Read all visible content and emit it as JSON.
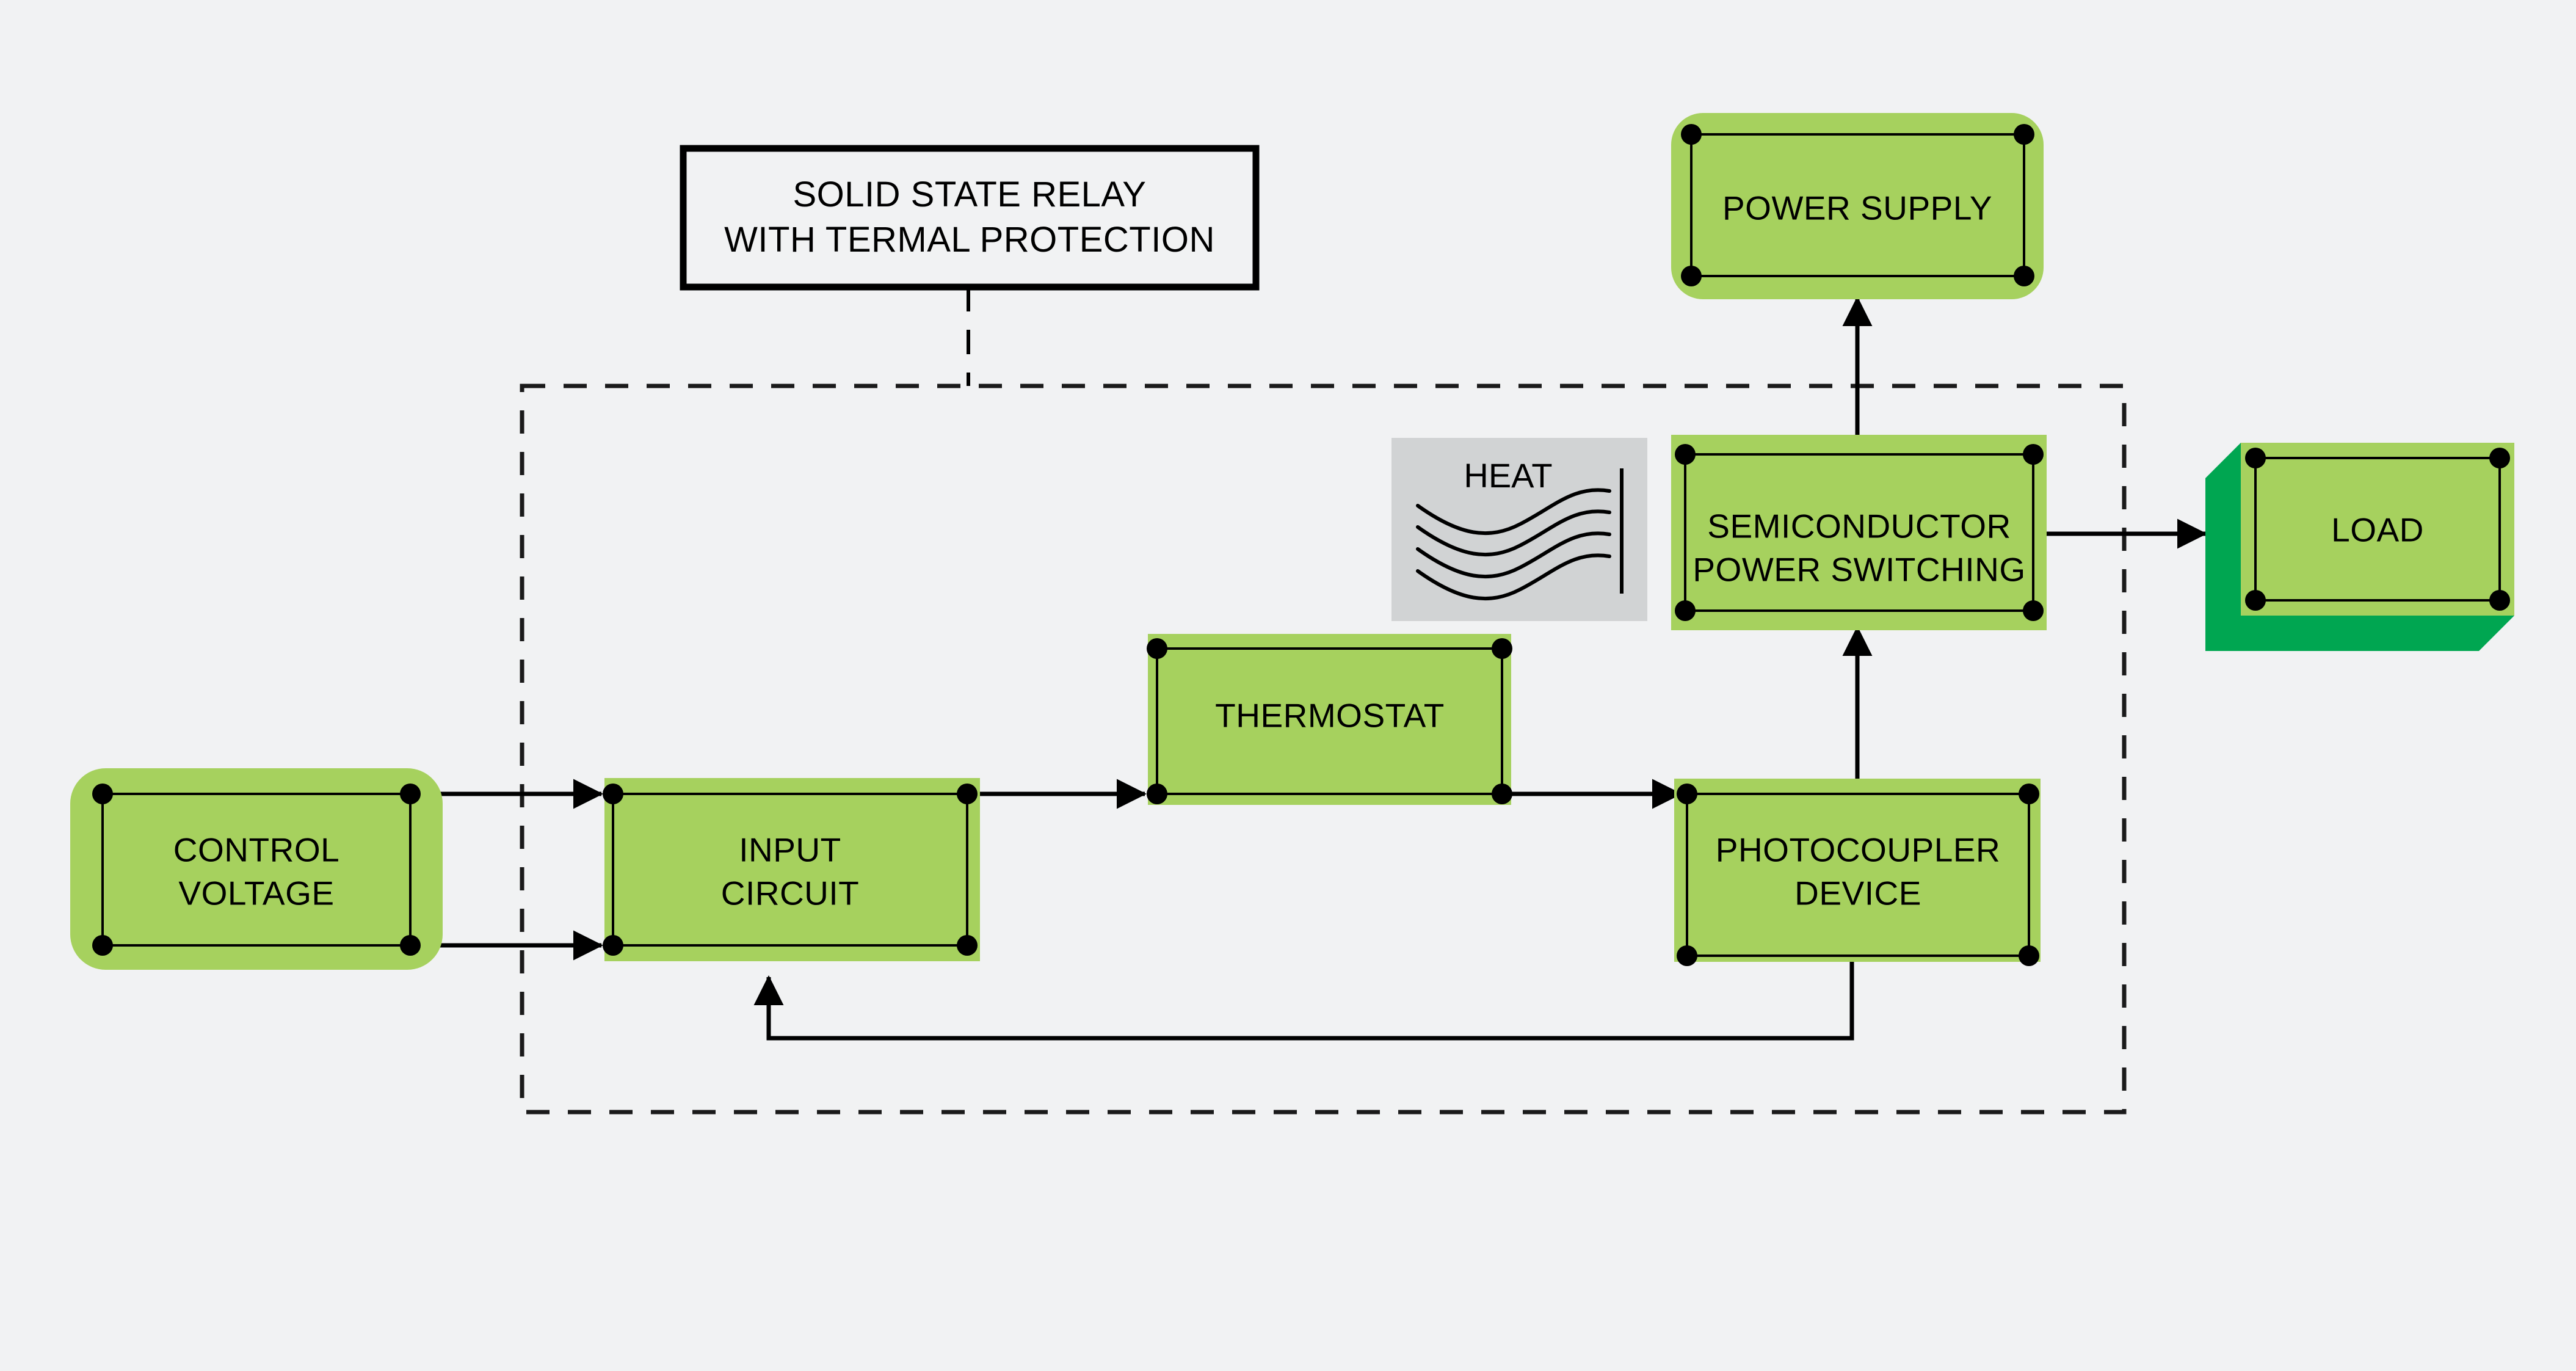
{
  "diagram": {
    "title_box": {
      "line1": "SOLID STATE RELAY",
      "line2": "WITH TERMAL PROTECTION"
    },
    "heat_panel": {
      "label": "HEAT",
      "wave_count": 4
    },
    "blocks": {
      "control_voltage": {
        "line1": "CONTROL",
        "line2": "VOLTAGE"
      },
      "input_circuit": {
        "line1": "INPUT",
        "line2": "CIRCUIT"
      },
      "thermostat": {
        "line1": "THERMOSTAT",
        "line2": ""
      },
      "photocoupler": {
        "line1": "PHOTOCOUPLER",
        "line2": "DEVICE"
      },
      "semiconductor": {
        "line1": "SEMICONDUCTOR",
        "line2": "POWER SWITCHING"
      },
      "power_supply": {
        "line1": "POWER SUPPLY",
        "line2": ""
      },
      "load": {
        "line1": "LOAD",
        "line2": ""
      }
    },
    "colors": {
      "background": "#f1f2f3",
      "block_green": "#a6d15e",
      "load_shadow_green": "#00a651",
      "heat_gray": "#d1d3d4",
      "stroke": "#000000"
    }
  },
  "chart_data": {
    "type": "diagram",
    "title": "SOLID STATE RELAY WITH TERMAL PROTECTION",
    "nodes": [
      {
        "id": "control_voltage",
        "label": "CONTROL VOLTAGE",
        "shape": "rounded-rect",
        "inside_relay": false
      },
      {
        "id": "input_circuit",
        "label": "INPUT CIRCUIT",
        "shape": "rect",
        "inside_relay": true
      },
      {
        "id": "thermostat",
        "label": "THERMOSTAT",
        "shape": "rect",
        "inside_relay": true
      },
      {
        "id": "photocoupler",
        "label": "PHOTOCOUPLER DEVICE",
        "shape": "rect",
        "inside_relay": true
      },
      {
        "id": "semiconductor",
        "label": "SEMICONDUCTOR POWER SWITCHING",
        "shape": "rect",
        "inside_relay": true
      },
      {
        "id": "power_supply",
        "label": "POWER SUPPLY",
        "shape": "rounded-rect",
        "inside_relay": false
      },
      {
        "id": "load",
        "label": "LOAD",
        "shape": "cube",
        "inside_relay": false
      },
      {
        "id": "heat",
        "label": "HEAT",
        "shape": "panel",
        "inside_relay": true
      }
    ],
    "edges": [
      {
        "from": "control_voltage",
        "to": "input_circuit",
        "style": "arrow",
        "note": "upper rail"
      },
      {
        "from": "control_voltage",
        "to": "input_circuit",
        "style": "arrow",
        "note": "lower rail"
      },
      {
        "from": "input_circuit",
        "to": "thermostat",
        "style": "arrow"
      },
      {
        "from": "thermostat",
        "to": "photocoupler",
        "style": "arrow"
      },
      {
        "from": "photocoupler",
        "to": "semiconductor",
        "style": "arrow"
      },
      {
        "from": "semiconductor",
        "to": "power_supply",
        "style": "arrow"
      },
      {
        "from": "semiconductor",
        "to": "load",
        "style": "arrow"
      },
      {
        "from": "photocoupler",
        "to": "input_circuit",
        "style": "arrow",
        "note": "feedback loop along bottom"
      }
    ]
  }
}
